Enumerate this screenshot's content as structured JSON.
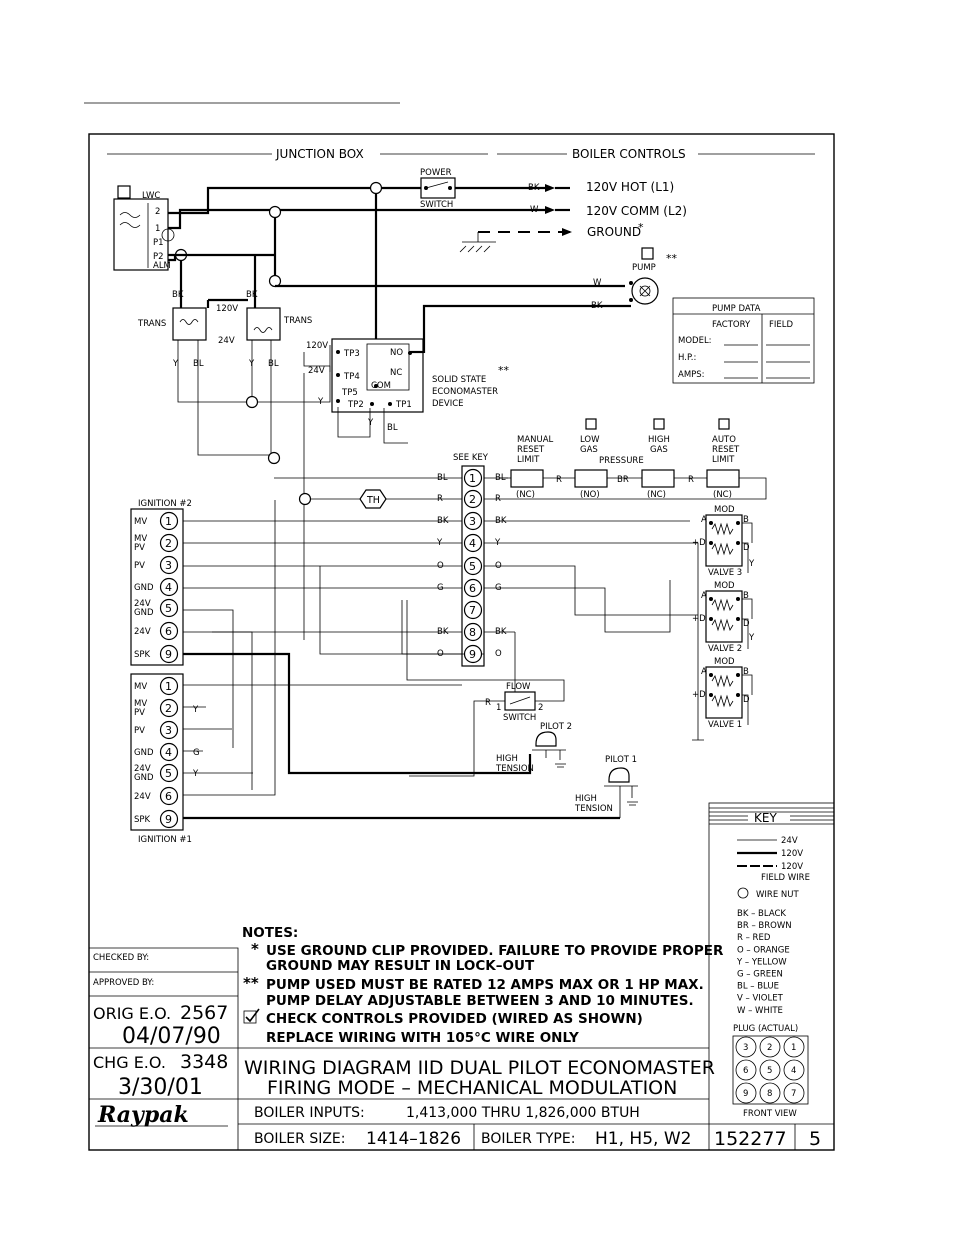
{
  "header": {
    "junction_box": "JUNCTION BOX",
    "boiler_controls": "BOILER CONTROLS"
  },
  "lwc": {
    "label": "LWC",
    "terminals": [
      "2",
      "1",
      "P1",
      "P2",
      "ALM"
    ]
  },
  "power_switch": {
    "top": "POWER",
    "bottom": "SWITCH"
  },
  "supply": {
    "hot": "120V HOT   (L1)",
    "comm": "120V COMM   (L2)",
    "ground": "GROUND",
    "ground_mark": "*",
    "bk": "BK",
    "w": "W"
  },
  "pump": {
    "label": "PUMP",
    "mark": "**",
    "w": "W",
    "bk": "BK"
  },
  "pump_data": {
    "title": "PUMP DATA",
    "col1": "FACTORY",
    "col2": "FIELD",
    "rows": [
      "MODEL:",
      "H.P.:",
      "AMPS:"
    ]
  },
  "transformers": {
    "trans": "TRANS",
    "v120": "120V",
    "v24": "24V",
    "bk": "BK",
    "y": "Y",
    "bl": "BL"
  },
  "econo": {
    "v120": "120V",
    "v24": "24V",
    "tp3": "TP3",
    "tp4": "TP4",
    "tp5": "TP5",
    "tp2": "TP2",
    "tp1": "TP1",
    "no": "NO",
    "nc": "NC",
    "com": "COM",
    "label1": "SOLID STATE",
    "label2": "ECONOMASTER",
    "label3": "DEVICE",
    "mark": "**",
    "y": "Y",
    "bl": "BL"
  },
  "limits": {
    "manual": [
      "MANUAL",
      "RESET",
      "LIMIT"
    ],
    "low_gas": [
      "LOW",
      "GAS"
    ],
    "high_gas": [
      "HIGH",
      "GAS"
    ],
    "pressure": "PRESSURE",
    "auto": [
      "AUTO",
      "RESET",
      "LIMIT"
    ],
    "nc": "(NC)",
    "no": "(NO)",
    "r": "R",
    "br": "BR",
    "bl": "BL"
  },
  "strip": {
    "see_key": "SEE KEY",
    "numbers": [
      "1",
      "2",
      "3",
      "4",
      "5",
      "6",
      "7",
      "8",
      "9"
    ],
    "left_colors": [
      "BL",
      "R",
      "BK",
      "Y",
      "O",
      "G",
      "",
      "BK",
      "O"
    ],
    "right_colors": [
      "BL",
      "R",
      "BK",
      "Y",
      "O",
      "G",
      "",
      "BK",
      "O"
    ],
    "th": "TH"
  },
  "ignition2": {
    "title": "IGNITION #2",
    "labels": [
      "MV",
      "MV\nPV",
      "PV",
      "GND",
      "24V\nGND",
      "24V",
      "SPK"
    ],
    "pins": [
      "1",
      "2",
      "3",
      "4",
      "5",
      "6",
      "9"
    ]
  },
  "ignition1": {
    "title": "IGNITION #1",
    "labels": [
      "MV",
      "MV\nPV",
      "PV",
      "GND",
      "24V\nGND",
      "24V",
      "SPK"
    ],
    "pins": [
      "1",
      "2",
      "3",
      "4",
      "5",
      "6",
      "9"
    ],
    "y": "Y",
    "g": "G"
  },
  "valves": {
    "mod": "MOD",
    "v3": "VALVE 3",
    "v2": "VALVE 2",
    "v1": "VALVE 1",
    "a": "A",
    "b": "B",
    "d": "D",
    "pd": "+D",
    "y": "Y"
  },
  "flow_switch": {
    "top": "FLOW",
    "bottom": "SWITCH",
    "r": "R",
    "p1": "1",
    "p2": "2"
  },
  "pilots": {
    "pilot2": "PILOT 2",
    "pilot1": "PILOT 1",
    "ht1": "HIGH",
    "ht2": "TENSION"
  },
  "key": {
    "title": "KEY",
    "v24": "24V",
    "v120a": "120V",
    "v120b": "120V",
    "field": "FIELD WIRE",
    "nut": "WIRE NUT",
    "colors": [
      "BK  –  BLACK",
      "BR  –  BROWN",
      "R   –  RED",
      "O   –  ORANGE",
      "Y   –  YELLOW",
      "G   –  GREEN",
      "BL  –  BLUE",
      "V   –  VIOLET",
      "W   –  WHITE"
    ],
    "plug": "PLUG (ACTUAL)",
    "plug_pins": [
      "3",
      "2",
      "1",
      "6",
      "5",
      "4",
      "9",
      "8",
      "7"
    ],
    "front": "FRONT VIEW"
  },
  "notes": {
    "title": "NOTES:",
    "n1a": "USE GROUND CLIP PROVIDED. FAILURE TO PROVIDE PROPER",
    "n1b": "GROUND MAY RESULT IN LOCK–OUT",
    "n2a": "PUMP USED MUST BE RATED 12 AMPS MAX OR 1 HP MAX.",
    "n2b": "PUMP DELAY ADJUSTABLE BETWEEN 3 AND 10 MINUTES.",
    "n3": "CHECK CONTROLS PROVIDED (WIRED AS SHOWN)",
    "n4": "REPLACE WIRING WITH 105°C WIRE ONLY",
    "star": "*",
    "dstar": "**"
  },
  "title_block": {
    "checked": "CHECKED BY:",
    "approved": "APPROVED BY:",
    "orig_label": "ORIG E.O.",
    "orig_num": "2567",
    "orig_date": "04/07/90",
    "chg_label": "CHG E.O.",
    "chg_num": "3348",
    "chg_date": "3/30/01",
    "logo": "Raypak",
    "title1": "WIRING DIAGRAM IID DUAL PILOT ECONOMASTER",
    "title2": "FIRING MODE – MECHANICAL MODULATION",
    "inputs_label": "BOILER INPUTS:",
    "inputs_value": "1,413,000  THRU  1,826,000  BTUH",
    "size_label": "BOILER SIZE:",
    "size_value": "1414–1826",
    "type_label": "BOILER TYPE:",
    "type_value": "H1,  H5,  W2",
    "drawing_no": "152277",
    "sheet": "5"
  }
}
